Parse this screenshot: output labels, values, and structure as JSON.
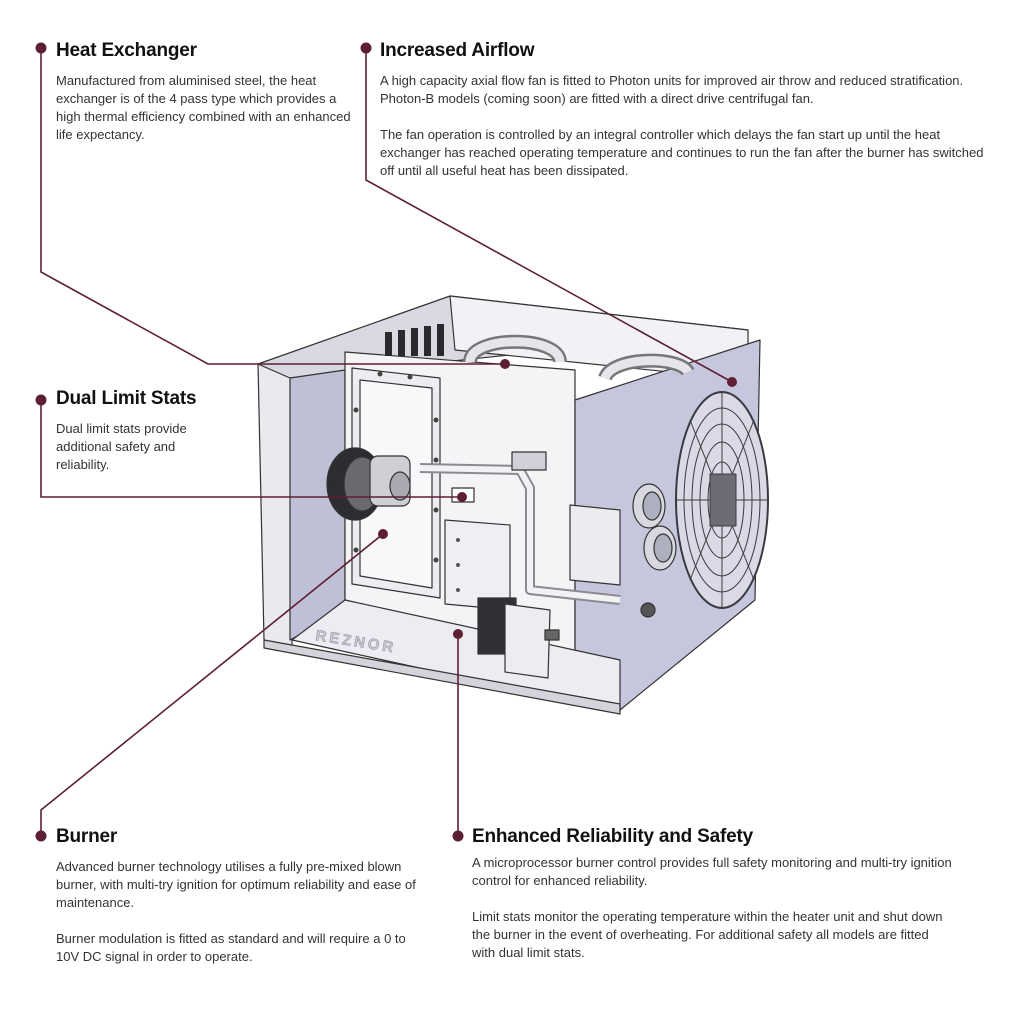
{
  "accent_color": "#5e1f34",
  "callouts": {
    "heat_exchanger": {
      "title": "Heat Exchanger",
      "body": "Manufactured from aluminised steel, the heat exchanger is of the 4 pass type which provides a high thermal efficiency combined with an enhanced life expectancy."
    },
    "increased_airflow": {
      "title": "Increased Airflow",
      "body": "A high capacity axial flow fan is fitted to Photon units for improved air throw and reduced stratification. Photon-B models (coming soon) are fitted with a direct drive centrifugal fan.",
      "body2": "The fan operation is controlled by an integral controller which delays the fan start up until the heat exchanger has reached operating temperature and continues to run the fan after the burner has switched off until all useful heat has been dissipated."
    },
    "dual_limit_stats": {
      "title": "Dual Limit Stats",
      "body": "Dual limit stats provide additional safety and reliability."
    },
    "burner": {
      "title": "Burner",
      "body": "Advanced burner technology utilises a fully pre-mixed blown burner, with multi-try ignition for optimum reliability and ease of maintenance.",
      "body2": "Burner modulation is fitted as standard and will require a 0 to 10V DC signal in order to operate."
    },
    "enhanced_reliability": {
      "title": "Enhanced Reliability and Safety",
      "body": "A microprocessor burner control provides full safety monitoring and multi-try ignition control for enhanced reliability.",
      "body2": "Limit stats monitor the operating temperature within the heater unit and shut down the burner in the event of overheating. For additional safety all models are fitted with dual limit stats."
    }
  },
  "unit_brand_text": "REZNOR"
}
